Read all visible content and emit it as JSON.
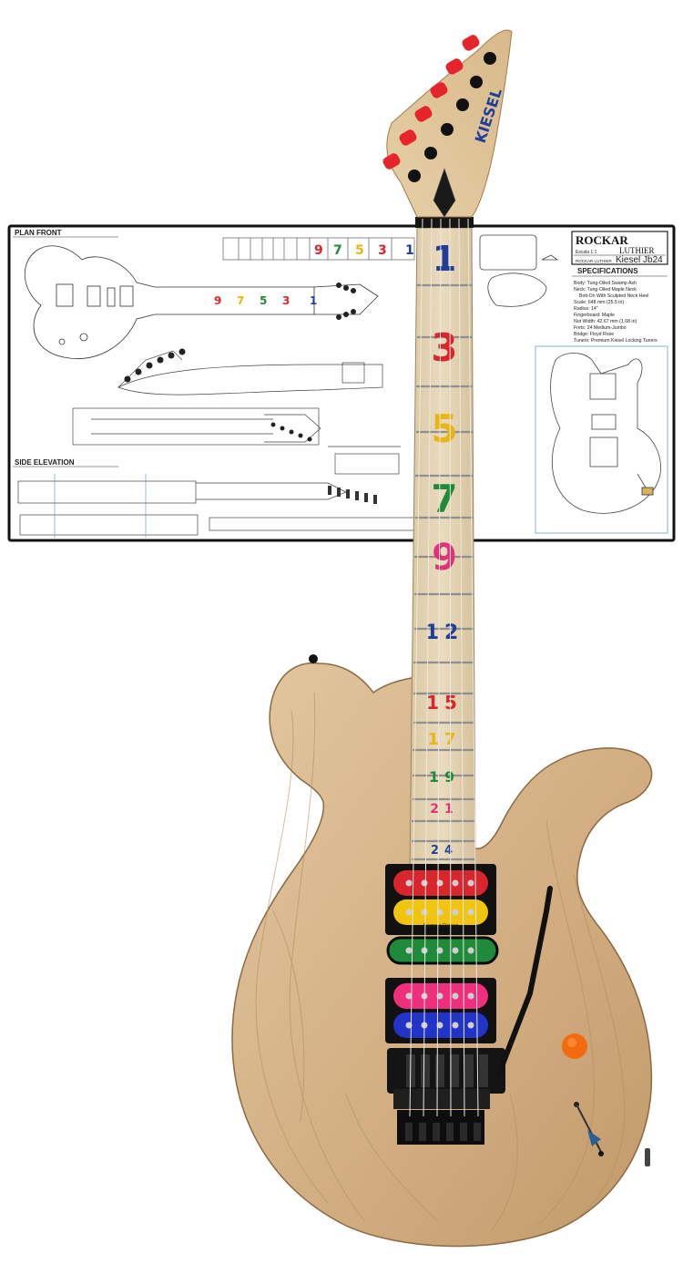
{
  "blueprint": {
    "section_plan_front": "PLAN FRONT",
    "section_side_elevation": "SIDE ELEVATION",
    "brand_top": "ROCKAR",
    "brand_bottom": "LUTHIER",
    "scale_label": "Escala 1:1",
    "small_brand": "ROCKAR LUTHIER",
    "model": "Kiesel Jb24",
    "specs_title": "SPECIFICATIONS",
    "specs": [
      "Body: Tung-Oiled Swamp Ash",
      "Neck: Tung-Oiled Maple Neck",
      "Bolt-On With Sculpted Neck Heel",
      "Scale: 648 mm (25.5 in)",
      "Radius: 14\"",
      "Fingerboard: Maple",
      "Nut Width: 42.67 mm (1.68 in)",
      "Frets: 24 Medium-Jumbo",
      "Bridge: Floyd Rose",
      "Tuners: Premium Kiesel Locking Tuners"
    ]
  },
  "guitar": {
    "headstock_logo": "KIESEL",
    "inlays": [
      {
        "text": "1",
        "color": "#1f3f9a"
      },
      {
        "text": "3",
        "color": "#d8262c"
      },
      {
        "text": "5",
        "color": "#e8b514"
      },
      {
        "text": "7",
        "color": "#1f8a3a"
      },
      {
        "text": "9",
        "color": "#e2307a"
      },
      {
        "text": "12",
        "color": "#1f3f9a"
      },
      {
        "text": "15",
        "color": "#d8262c"
      },
      {
        "text": "17",
        "color": "#e8b514"
      },
      {
        "text": "19",
        "color": "#1f8a3a"
      },
      {
        "text": "21",
        "color": "#e2307a"
      },
      {
        "text": "24",
        "color": "#1f3f9a"
      }
    ],
    "pickup_colors": [
      "#d8262c",
      "#f1c40f",
      "#1f8a3a",
      "#ef2f7c",
      "#2233c8"
    ],
    "pickup_brand": "Seymour Duncan",
    "knob_color": "#f26b0f",
    "body_color": "#d7b98e"
  }
}
